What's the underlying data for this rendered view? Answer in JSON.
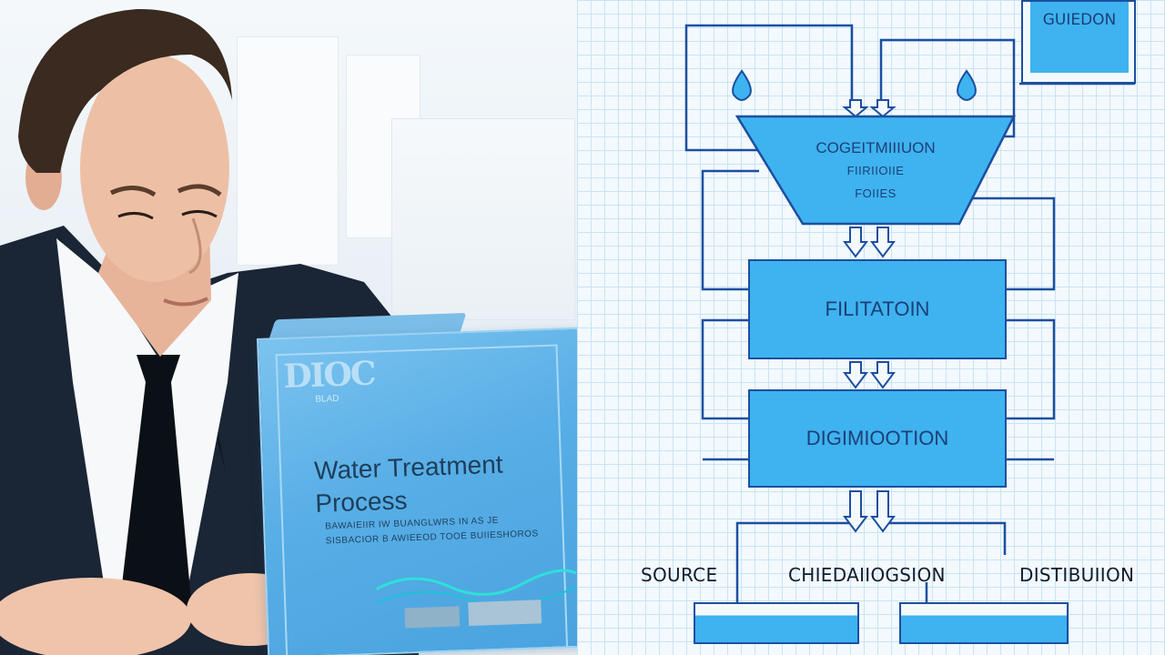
{
  "booklet": {
    "logo": "DIOC",
    "logo_sub": "BLAD",
    "title_line1": "Water Treatment",
    "title_line2": "Process",
    "small_line1": "BAWAIEIIR IW BUANGLWRS IN AS JE",
    "small_line2": "SISBACIOR B AWIEEOD TOOE BUIIESHOROS"
  },
  "diagram": {
    "top_box_label": "GUIEDON",
    "coagulation_lines": [
      "COGEITMIIIUON",
      "FIIRIIOIIE",
      "FOIIES"
    ],
    "filtration_label": "FILITATOIN",
    "disinfection_label": "DIGIMIOOTION",
    "bottom_labels": {
      "source": "SOURCE",
      "middle": "CHIEDAIIOGSION",
      "distribution": "DISTIBUIION"
    }
  },
  "colors": {
    "process_blue": "#3eb3ef",
    "line_navy": "#1c4fa0",
    "grid": "#c9e3f4",
    "booklet_blue": "#58aee6",
    "suit_navy": "#1a2535"
  }
}
